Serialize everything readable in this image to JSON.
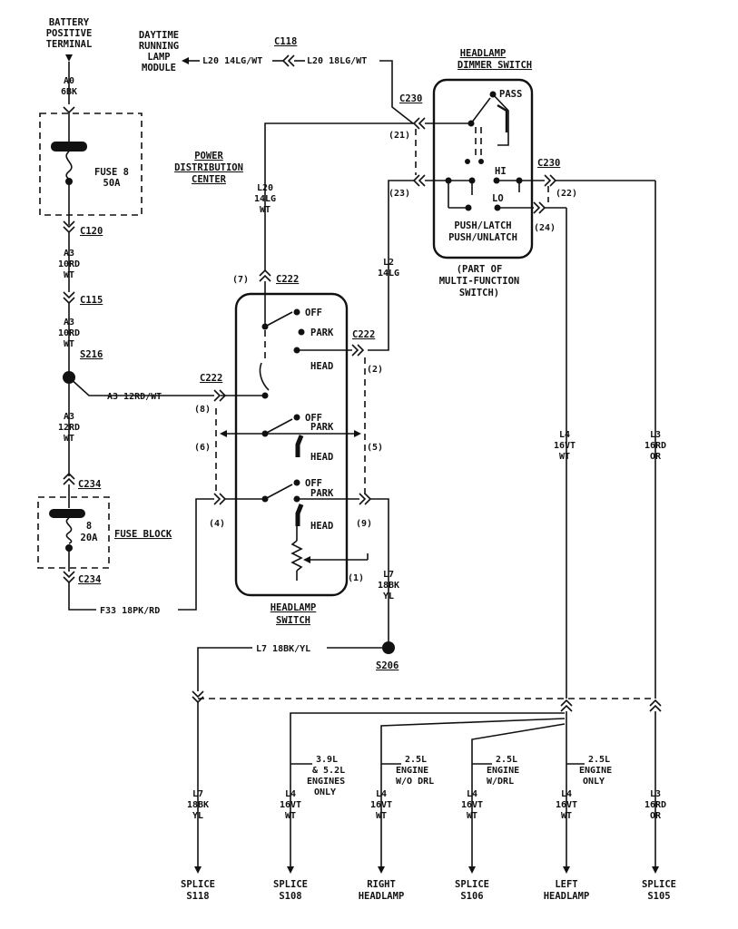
{
  "labels": {
    "battery": [
      "BATTERY",
      "POSITIVE",
      "TERMINAL"
    ],
    "drl_module": [
      "DAYTIME",
      "RUNNING",
      "LAMP",
      "MODULE"
    ],
    "dimmer_switch": [
      "HEADLAMP",
      "DIMMER SWITCH"
    ],
    "pdc": [
      "POWER",
      "DISTRIBUTION",
      "CENTER"
    ],
    "fuse8": [
      "FUSE 8",
      "50A"
    ],
    "fuse_block": "FUSE BLOCK",
    "fuse_block_fuse": [
      "8",
      "20A"
    ],
    "headlamp_switch": [
      "HEADLAMP",
      "SWITCH"
    ],
    "multifunction": [
      "(PART OF",
      "MULTI-FUNCTION",
      "SWITCH)"
    ],
    "push_latch": [
      "PUSH/LATCH",
      "PUSH/UNLATCH"
    ],
    "pos_pass": "PASS",
    "pos_hi": "HI",
    "pos_lo": "LO",
    "pos_off": "OFF",
    "pos_park": "PARK",
    "pos_head": "HEAD"
  },
  "connectors": {
    "c118": "C118",
    "c230_a": "C230",
    "c230_b": "C230",
    "c120": "C120",
    "c115": "C115",
    "s216": "S216",
    "c222_a": "C222",
    "c222_b": "C222",
    "c222_c": "C222",
    "c234_a": "C234",
    "c234_b": "C234",
    "s206": "S206"
  },
  "pins": {
    "p21": "(21)",
    "p23": "(23)",
    "p22": "(22)",
    "p24": "(24)",
    "p7": "(7)",
    "p2": "(2)",
    "p8": "(8)",
    "p6": "(6)",
    "p5": "(5)",
    "p4": "(4)",
    "p9": "(9)",
    "p1": "(1)"
  },
  "wires": {
    "a0": [
      "A0",
      "6BK"
    ],
    "l20_module": "L20 14LG/WT",
    "l20_dimmer": "L20 18LG/WT",
    "a3_a": [
      "A3",
      "10RD",
      "WT"
    ],
    "a3_b": [
      "A3",
      "10RD",
      "WT"
    ],
    "a3_splice": "A3 12RD/WT",
    "a3_c": [
      "A3",
      "12RD",
      "WT"
    ],
    "l20_vert": [
      "L20",
      "14LG",
      "WT"
    ],
    "l2_vert": [
      "L2",
      "14LG"
    ],
    "l4_vert": [
      "L4",
      "16VT",
      "WT"
    ],
    "l3_vert": [
      "L3",
      "16RD",
      "OR"
    ],
    "l7_vert": [
      "L7",
      "18BK",
      "YL"
    ],
    "f33": "F33 18PK/RD",
    "l7_horiz": "L7 18BK/YL"
  },
  "branches": {
    "b1": [
      "L7",
      "18BK",
      "YL"
    ],
    "b2": [
      "L4",
      "16VT",
      "WT"
    ],
    "b3": [
      "L4",
      "16VT",
      "WT"
    ],
    "b4": [
      "L4",
      "16VT",
      "WT"
    ],
    "b5": [
      "L4",
      "16VT",
      "WT"
    ],
    "b6": [
      "L3",
      "16RD",
      "OR"
    ]
  },
  "notes": {
    "n1": [
      "3.9L",
      "& 5.2L",
      "ENGINES",
      "ONLY"
    ],
    "n2": [
      "2.5L",
      "ENGINE",
      "W/O DRL"
    ],
    "n3": [
      "2.5L",
      "ENGINE",
      "W/DRL"
    ],
    "n4": [
      "2.5L",
      "ENGINE",
      "ONLY"
    ]
  },
  "destinations": {
    "d1": [
      "SPLICE",
      "S118"
    ],
    "d2": [
      "SPLICE",
      "S108"
    ],
    "d3": [
      "RIGHT",
      "HEADLAMP"
    ],
    "d4": [
      "SPLICE",
      "S106"
    ],
    "d5": [
      "LEFT",
      "HEADLAMP"
    ],
    "d6": [
      "SPLICE",
      "S105"
    ]
  }
}
